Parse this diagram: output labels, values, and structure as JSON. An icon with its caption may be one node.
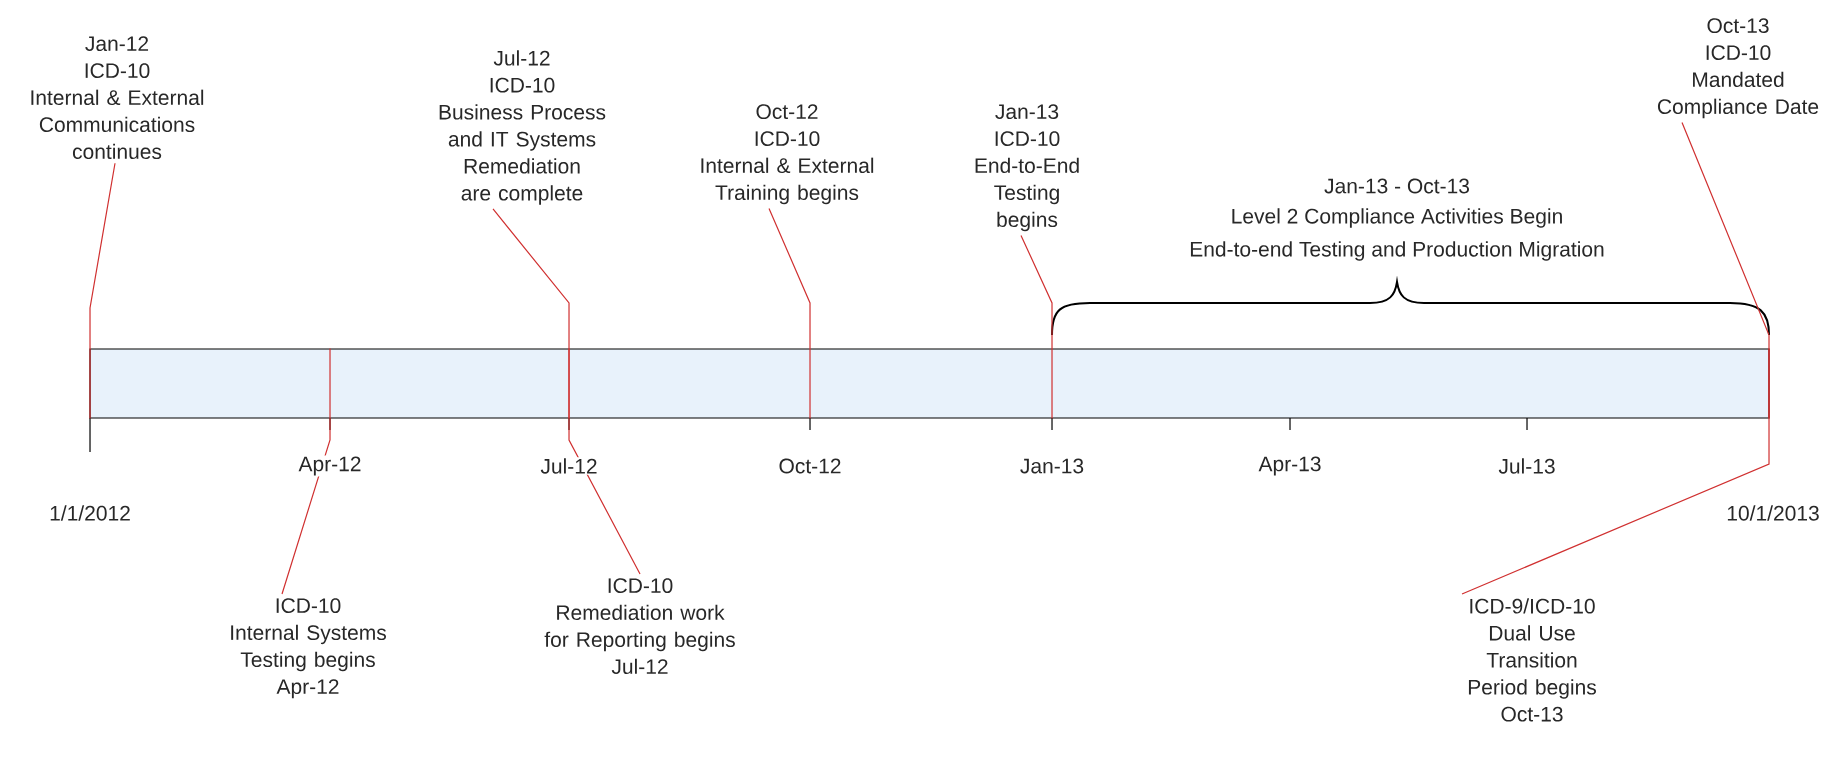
{
  "diagram": {
    "nodes": [
      {
        "text": [
          "Jan-12",
          "ICD-10",
          "Internal & External Communications continues"
        ]
      },
      {
        "text": [
          "Jul-12",
          "ICD-10",
          "Business Process and IT Systems Remediation are complete"
        ]
      },
      {
        "text": [
          "Oct-12",
          "ICD-10",
          "Internal & External Training begins"
        ]
      },
      {
        "text": [
          "Jan-13",
          "ICD-10",
          "End-to-End Testing begins"
        ]
      },
      {
        "text": [
          "Oct-13",
          "ICD-10",
          "Mandated Compliance Date"
        ]
      },
      {
        "text": [
          "ICD-10",
          "Internal Systems Testing begins",
          "Apr-12"
        ]
      },
      {
        "text": [
          "ICD-10",
          "Remediation work for Reporting begins",
          "Jul-12"
        ]
      },
      {
        "text": [
          "ICD-9/ICD-10",
          "Dual Use Transition Period begins",
          "Oct-13"
        ]
      },
      {
        "text": [],
        "shape": "bar"
      }
    ],
    "edges": [
      {
        "from": 0,
        "to": 8,
        "arrow": "none"
      },
      {
        "from": 1,
        "to": 8,
        "arrow": "none"
      },
      {
        "from": 2,
        "to": 8,
        "arrow": "none"
      },
      {
        "from": 3,
        "to": 8,
        "arrow": "none"
      },
      {
        "from": 4,
        "to": 8,
        "arrow": "none"
      },
      {
        "from": 5,
        "to": 8,
        "arrow": "none"
      },
      {
        "from": 6,
        "to": 8,
        "arrow": "none"
      },
      {
        "from": 7,
        "to": 8,
        "arrow": "none"
      }
    ],
    "labels": [
      "Jan-13 - Oct-13",
      "Level 2 Compliance Activities Begin",
      "End-to-end Testing and Production Migration",
      "Apr-12",
      "Jul-12",
      "Oct-12",
      "Jan-13",
      "Apr-13",
      "Jul-13",
      "1/1/2012",
      "10/1/2013"
    ]
  }
}
